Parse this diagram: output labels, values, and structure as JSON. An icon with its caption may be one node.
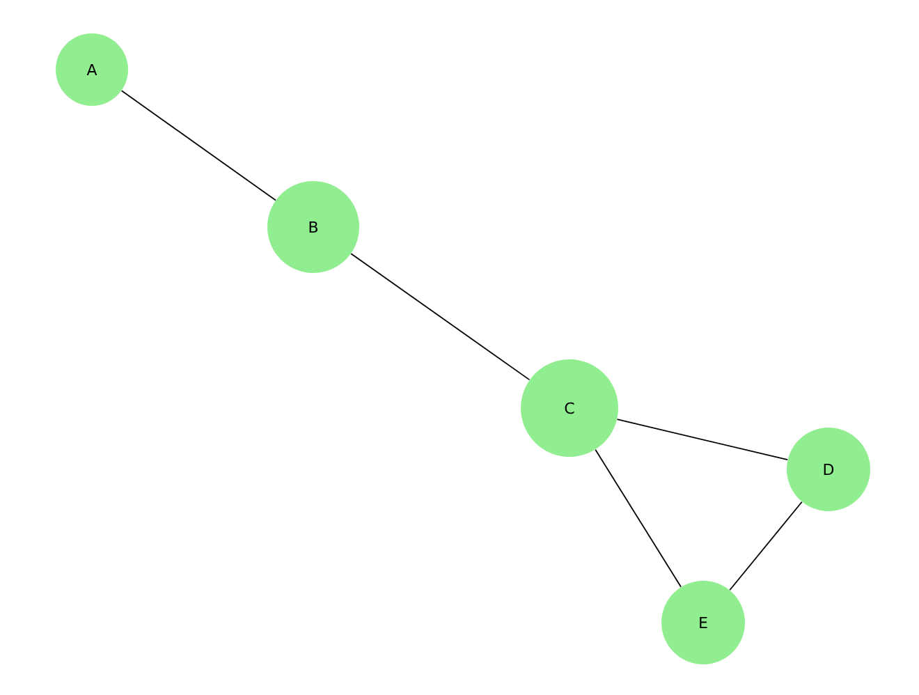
{
  "diagram": {
    "nodes": [
      {
        "text": [
          "A"
        ]
      },
      {
        "text": [
          "B"
        ]
      },
      {
        "text": [
          "C"
        ]
      },
      {
        "text": [
          "D"
        ]
      },
      {
        "text": [
          "E"
        ]
      }
    ],
    "edges": [
      {
        "from": 0,
        "to": 1,
        "arrow": "none"
      },
      {
        "from": 1,
        "to": 2,
        "arrow": "none"
      },
      {
        "from": 2,
        "to": 3,
        "arrow": "none"
      },
      {
        "from": 2,
        "to": 4,
        "arrow": "none"
      },
      {
        "from": 3,
        "to": 4,
        "arrow": "none"
      }
    ]
  }
}
